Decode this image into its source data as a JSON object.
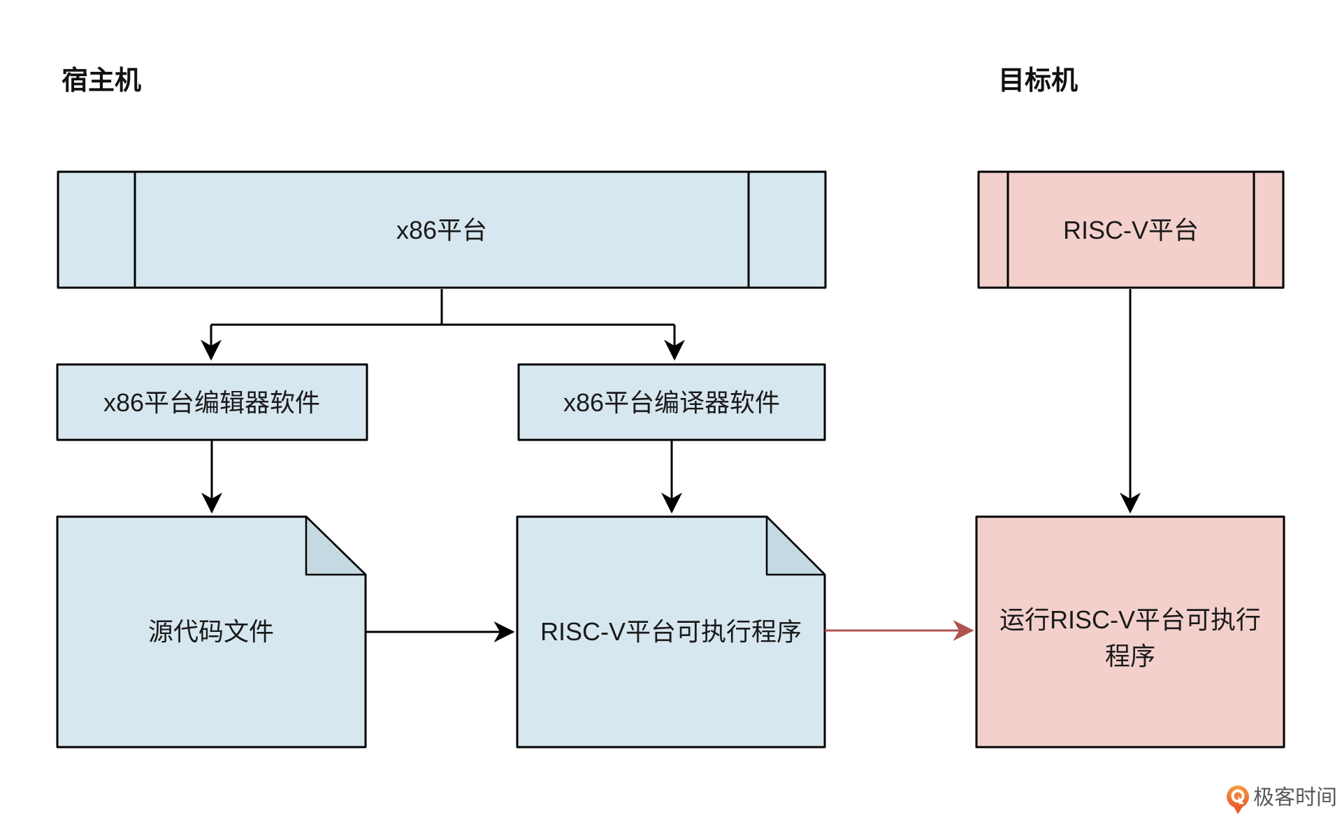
{
  "labels": {
    "host": "宿主机",
    "target": "目标机"
  },
  "nodes": {
    "x86_platform": {
      "label": "x86平台"
    },
    "riscv_platform": {
      "label": "RISC-V平台"
    },
    "editor": {
      "label": "x86平台编辑器软件"
    },
    "compiler": {
      "label": "x86平台编译器软件"
    },
    "source_file": {
      "label": "源代码文件"
    },
    "executable": {
      "label": "RISC-V平台可执行程序"
    },
    "run_executable": {
      "line1": "运行RISC-V平台可执行",
      "line2": "程序"
    }
  },
  "logo": {
    "text": "极客时间"
  },
  "colors": {
    "host_fill": "#d7e7ef",
    "host_fold": "#c5d9e3",
    "target_fill": "#f3d0cc",
    "outline": "#000000",
    "run_arrow": "#ae5350",
    "logo_orange_top": "#f59b45",
    "logo_orange_bottom": "#e85a28",
    "logo_text": "#58595b",
    "text": "#1a1a1a"
  }
}
